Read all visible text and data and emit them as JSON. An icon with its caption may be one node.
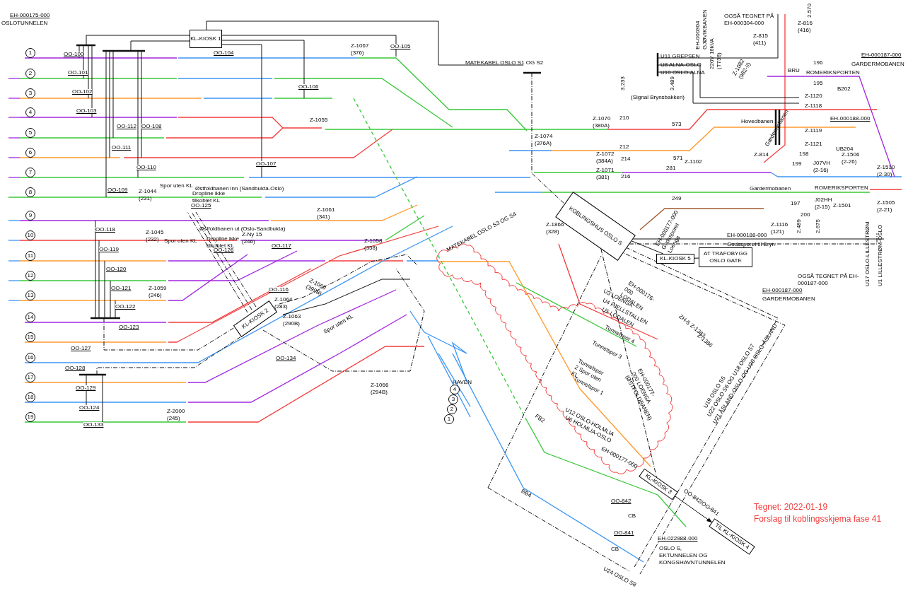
{
  "diagram": {
    "nodes": [
      {
        "text": [
          "KL-KIOSK 1"
        ]
      },
      {
        "text": [
          "KL-KIOSK 2"
        ]
      },
      {
        "text": [
          "KOBLINGSHUS OSLO S"
        ]
      },
      {
        "text": [
          "KL-KIOSK 5"
        ]
      },
      {
        "text": [
          "AT TRAFOBYGG OSLO GATE"
        ]
      },
      {
        "text": [
          "KL-KIOSK 3"
        ]
      },
      {
        "text": [
          "TIL KL-KIOSK 4"
        ]
      }
    ],
    "edges": [
      {
        "from": 2,
        "to": 3,
        "arrow": "none"
      },
      {
        "from": 3,
        "to": 4,
        "arrow": "none"
      },
      {
        "from": 2,
        "to": 5,
        "arrow": "none",
        "style": "dashed"
      },
      {
        "from": 5,
        "to": 6,
        "arrow": "to",
        "label": "OO-842/OO-841"
      }
    ],
    "labels": [
      "EH-000175-000",
      "OSLOTUNNELEN",
      "1",
      "2",
      "3",
      "4",
      "5",
      "6",
      "7",
      "8",
      "9",
      "10",
      "11",
      "12",
      "13",
      "14",
      "15",
      "16",
      "17",
      "18",
      "19",
      "OO-100",
      "OO-101",
      "OO-102",
      "OO-103",
      "OO-104",
      "OO-105",
      "OO-106",
      "OO-112",
      "OO-108",
      "OO-111",
      "OO-110",
      "OO-107",
      "OO-109",
      "OO-125",
      "OO-118",
      "OO-119",
      "OO-120",
      "OO-121",
      "OO-122",
      "OO-123",
      "OO-127",
      "OO-128",
      "OO-129",
      "OO-124",
      "OO-133",
      "OO-126",
      "OO-117",
      "OO-116",
      "OO-134",
      "Z-1067 (376)",
      "Z-1055",
      "Z-1044 (231)",
      "Z-1061 (341)",
      "Z-1045 (232)",
      "Z-Ny 15 (246)",
      "Z-1059 (246)",
      "Z-1058 (358)",
      "Z-1060 (399B)",
      "Z-1064 (283)",
      "Z-1063 (290B)",
      "Z-1066 (294B)",
      "Z-2000 (245)",
      "Z-1070 (380A)",
      "Z-1074 (376A)",
      "Z-1072 (384A)",
      "Z-1071 (381)",
      "Z-1102",
      "Z-1082 (982-II)",
      "Z-816 (416)",
      "Z-815 (411)",
      "Z-1120",
      "Z-1118",
      "Z-1119",
      "Z-1121",
      "Z-814",
      "Z-1506 (2-26)",
      "Z-1510 (2-30)",
      "Z-1501",
      "Z-1505 (2-21)",
      "Z-1866 (328)",
      "Z-1116 (121)",
      "ZH-5",
      "Z-1383",
      "Z-1386",
      "Spor uten KL",
      "Østfoldbanen inn (Sandbukta-Oslo)",
      "Dropline ikke tilkoblet KL",
      "Østfoldbanen ut (Oslo-Sandbukta)",
      "Spor uten KL",
      "Dropline ikke tilkoblet KL",
      "Spor uten KL",
      "HAVEN",
      "4",
      "3",
      "2",
      "1",
      "MATEKABEL OSLO S1 OG S2",
      "MATEKABEL OSLO S3 OG S4",
      "U11 GREPSEN",
      "U8 ALNA-OSLO",
      "U10 OSLO-ALNA",
      "OGSÅ TEGNET PÅ EH-000304-000",
      "EH-000304 GJØVIKBANEN",
      "220V 16kVA (T736)",
      "2.570",
      "BRU",
      "196",
      "195",
      "ROMERIKSPORTEN",
      "EH-000187-000",
      "GARDERMOBANEN",
      "3.233",
      "(Signal Brynsbakken)",
      "3.489",
      "210",
      "573",
      "212",
      "214",
      "571",
      "281",
      "216",
      "249",
      "Hovedbanen",
      "B202",
      "EH-000188-000",
      "UB204",
      "Gardermobanen",
      "198",
      "199",
      "J07VH (2-16)",
      "Gardermobanen",
      "ROMERIKSPORTEN",
      "J02HH (2-15)",
      "197",
      "200",
      "2.489",
      "2.675",
      "U17 OSLO-LILLESTRØM",
      "U1 LILLESTRØM-OSLO",
      "EH-000177-000 Godssporet Loenga",
      "EH-000188-000",
      "Godssporet til Bryn",
      "OGSÅ TEGNET PÅ EH-000187-000",
      "EH-000187-000",
      "GARDERMOBANEN",
      "EH-000176-000 LODALEN",
      "U3 LOENGA",
      "U4 FJELLSTALLEN",
      "U5 LODALEN",
      "Tunnelspor 4",
      "Tunnelspor 3",
      "Tunnelspor 2 Spor uten KL",
      "Tunnelspor 1",
      "EH-000177-000 LOENGA (ØSTFOLDBANEN)",
      "U12 OSLO-HOLMLIA",
      "U6 HOLMLIA-OSLO",
      "EH-000177-000",
      "FB2",
      "BB4",
      "U19 OSLO S5",
      "U22 OSLO S6 OG U18 OSLO S7",
      "U21 ÅSLAND-OSLO OG U20 OSLO-ÅSLAND",
      "OO-842",
      "CB",
      "OO-841",
      "CB",
      "EH-022988-000",
      "OSLO S, EKTUNNELEN OG KONGSHAVNTUNNELEN",
      "U24 OSLO S8",
      "Tegnet: 2022-01-19",
      "Forslag til koblingsskjema fase 41"
    ]
  }
}
